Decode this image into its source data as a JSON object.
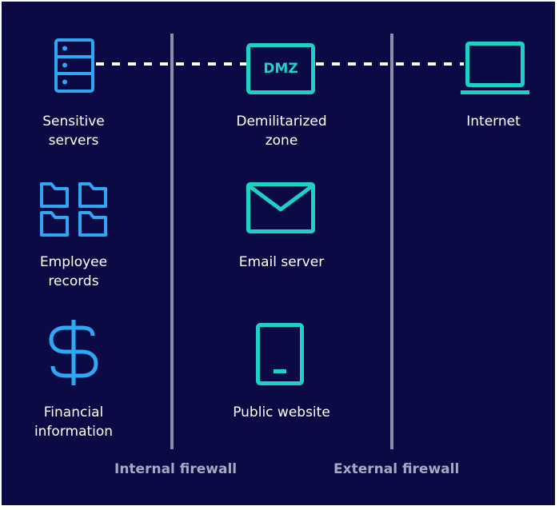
{
  "colors": {
    "background": "#0b0a45",
    "accent_blue": "#2ea8f5",
    "accent_cyan": "#1fd0c4",
    "firewall_line": "#8d8fa8",
    "firewall_label": "#a6a9c4"
  },
  "zones": {
    "internal": {
      "items": [
        {
          "icon": "server-rack-icon",
          "label_lines": [
            "Sensitive",
            "servers"
          ]
        },
        {
          "icon": "folders-grid-icon",
          "label_lines": [
            "Employee",
            "records"
          ]
        },
        {
          "icon": "dollar-icon",
          "label_lines": [
            "Financial",
            "information"
          ]
        }
      ]
    },
    "dmz": {
      "badge": "DMZ",
      "items": [
        {
          "icon": "dmz-box-icon",
          "label_lines": [
            "Demilitarized",
            "zone"
          ]
        },
        {
          "icon": "envelope-icon",
          "label_lines": [
            "Email server"
          ]
        },
        {
          "icon": "tablet-icon",
          "label_lines": [
            "Public website"
          ]
        }
      ]
    },
    "external": {
      "items": [
        {
          "icon": "laptop-icon",
          "label_lines": [
            "Internet"
          ]
        }
      ]
    }
  },
  "firewalls": {
    "internal_label": "Internal firewall",
    "external_label": "External firewall"
  }
}
